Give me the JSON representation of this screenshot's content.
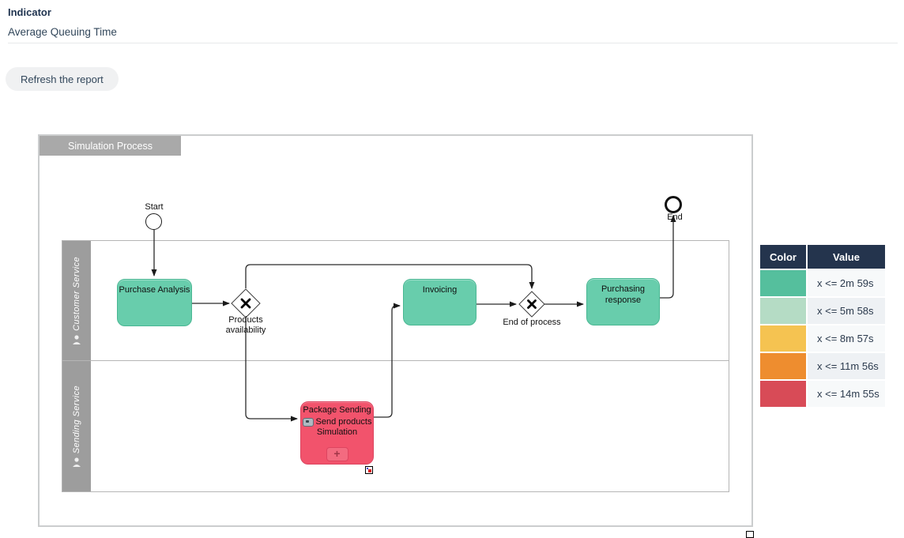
{
  "header": {
    "label": "Indicator",
    "title": "Average Queuing Time"
  },
  "toolbar": {
    "refresh_label": "Refresh the report"
  },
  "diagram": {
    "title": "Simulation Process",
    "lanes": [
      {
        "label": "Customer Service"
      },
      {
        "label": "Sending Service"
      }
    ],
    "events": {
      "start_label": "Start",
      "end_label": "End"
    },
    "tasks": {
      "purchase_analysis": "Purchase Analysis",
      "invoicing": "Invoicing",
      "purchasing_response": "Purchasing response",
      "package_sending": "Package Sending",
      "package_sending_sub_line1": "Send products",
      "package_sending_sub_line2": "Simulation",
      "subprocess_plus_marker": "+"
    },
    "gateways": {
      "products_availability_line1": "Products",
      "products_availability_line2": "availability",
      "end_of_process": "End of process"
    }
  },
  "legend": {
    "columns": [
      "Color",
      "Value"
    ],
    "rows": [
      {
        "color": "#55bf9d",
        "value": "x <= 2m 59s"
      },
      {
        "color": "#b5dcc5",
        "value": "x <= 5m 58s"
      },
      {
        "color": "#f5c351",
        "value": "x <= 8m 57s"
      },
      {
        "color": "#ee8d2f",
        "value": "x <= 11m 56s"
      },
      {
        "color": "#d84b57",
        "value": "x <= 14m 55s"
      }
    ]
  },
  "colors": {
    "accent_navy": "#24344d",
    "task_green_fill": "#68cdac",
    "task_green_border": "#49b793",
    "task_red_fill": "#f2536c",
    "task_red_border": "#dc4560",
    "lane_gray": "#9d9d9d",
    "tab_gray": "#a9a9a9",
    "connector": "#2a2a2a"
  }
}
